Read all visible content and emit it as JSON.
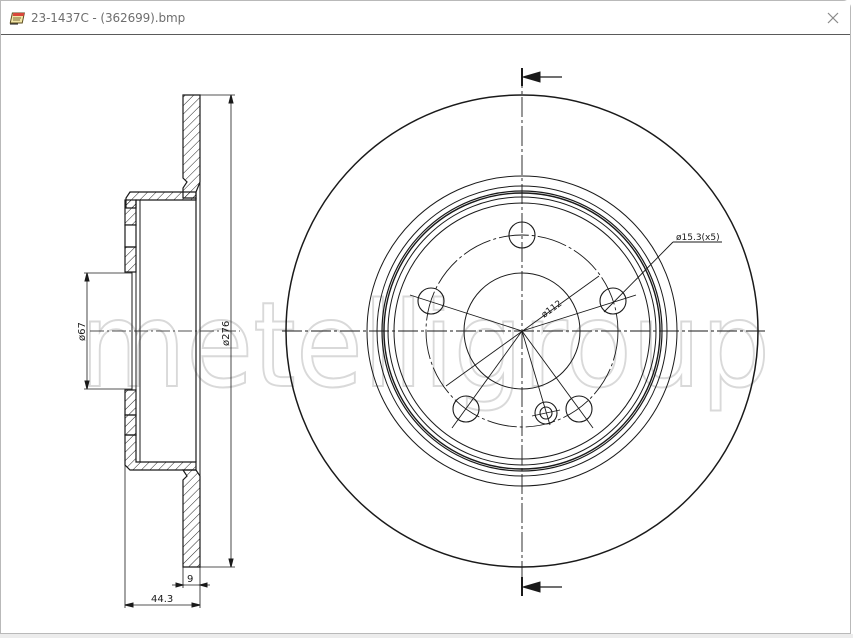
{
  "window": {
    "title": "23-1437C - (362699).bmp",
    "icon": "image-file-icon",
    "close_icon": "close-icon"
  },
  "drawing": {
    "watermark": "metelligroup",
    "side_view": {
      "dim_hub_bore": "ø67",
      "dim_outer_diameter": "ø276",
      "dim_thickness": "9",
      "dim_total_height": "44.3"
    },
    "front_view": {
      "dim_bolt_circle": "ø112",
      "dim_bolt_holes": "ø15.3(x5)",
      "bolt_hole_count": 5
    }
  },
  "colors": {
    "line": "#1a1a1a",
    "watermark": "#d6d6d6",
    "title_text": "#6e6e6e"
  }
}
